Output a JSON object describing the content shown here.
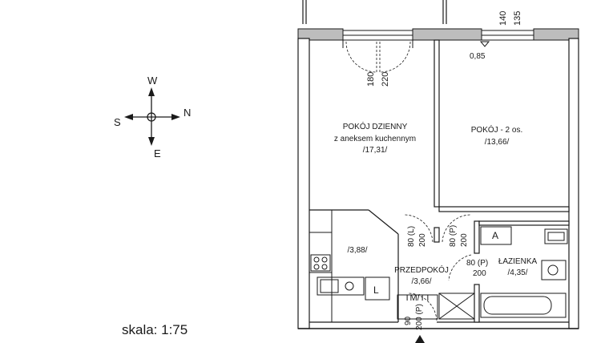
{
  "compass": {
    "w": "W",
    "s": "S",
    "n": "N",
    "e": "E"
  },
  "rooms": {
    "living": {
      "name": "POKÓJ DZIENNY",
      "sub": "z aneksem kuchennym",
      "area": "/17,31/"
    },
    "bedroom": {
      "name": "POKÓJ - 2 os.",
      "area": "/13,66/"
    },
    "kitchen_nook": {
      "area": "/3,88/"
    },
    "hall": {
      "name": "PRZEDPOKÓJ",
      "area": "/3,66/"
    },
    "bath": {
      "name": "ŁAZIENKA",
      "area": "/4,35/"
    }
  },
  "dimensions": {
    "window_left_a": "180",
    "window_left_b": "220",
    "window_right_a": "140",
    "window_right_b": "135",
    "sill": "0,85",
    "door_l_a": "80 (L)",
    "door_l_b": "200",
    "door_p_a": "80 (P)",
    "door_p_b": "200",
    "door_bath_a": "80 (P)",
    "door_bath_b": "200",
    "door_entry_a": "90",
    "door_entry_b": "200 (P)"
  },
  "fixtures": {
    "a_box": "A",
    "l_box": "L",
    "tm_tt": "TM/TT"
  },
  "scale": "skala: 1:75"
}
